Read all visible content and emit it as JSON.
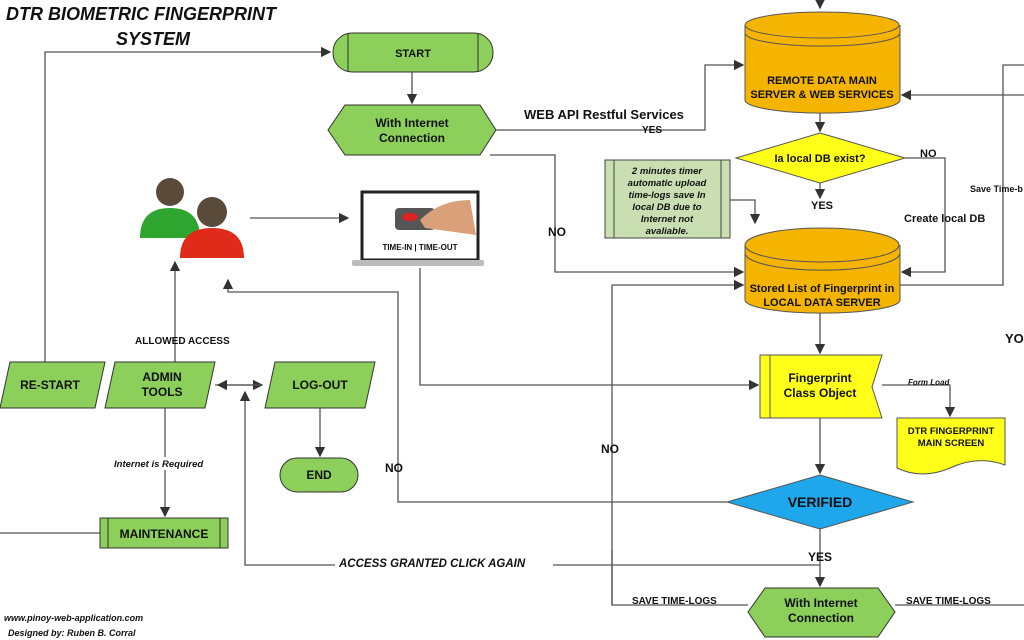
{
  "title": {
    "line1": "DTR BIOMETRIC FINGERPRINT",
    "line2": "SYSTEM"
  },
  "nodes": {
    "start": "START",
    "internet_top": {
      "line1": "With Internet",
      "line2": "Connection"
    },
    "remote_db": {
      "line1": "REMOTE DATA MAIN",
      "line2": "SERVER & WEB SERVICES"
    },
    "local_db_check": "Ia local DB exist?",
    "note": [
      "2 minutes timer",
      "automatic upload",
      "time-logs save In",
      "local DB due to",
      "Internet not",
      "avaliable."
    ],
    "local_db": {
      "line1": "Stored List of Fingerprint in",
      "line2": "LOCAL DATA SERVER"
    },
    "laptop_label": "TIME-IN | TIME-OUT",
    "fingerprint_class": {
      "line1": "Fingerprint",
      "line2": "Class Object"
    },
    "main_screen": {
      "line1": "DTR FINGERPRINT",
      "line2": "MAIN SCREEN"
    },
    "verified": "VERIFIED",
    "internet_bottom": {
      "line1": "With Internet",
      "line2": "Connection"
    },
    "restart": "RE-START",
    "admin_tools": {
      "line1": "ADMIN",
      "line2": "TOOLS"
    },
    "logout": "LOG-OUT",
    "end": "END",
    "maintenance": "MAINTENANCE"
  },
  "labels": {
    "web_api": "WEB API Restful Services",
    "yes_top": "YES",
    "no_db": "NO",
    "yes_db": "YES",
    "create_local_db": "Create local DB",
    "save_time_b": "Save Time-b",
    "no_internet": "NO",
    "form_load": "Form Load",
    "allowed_access": "ALLOWED ACCESS",
    "internet_required": "Internet is Required",
    "no_verify_left": "NO",
    "no_verify_mid": "NO",
    "yes_verified": "YES",
    "access_granted": "ACCESS GRANTED CLICK AGAIN",
    "save_logs_left": "SAVE TIME-LOGS",
    "save_logs_right": "SAVE TIME-LOGS",
    "yo": "YO"
  },
  "footer": {
    "website": "www.pinoy-web-application.com",
    "designer": "Designed by: Ruben B. Corral"
  },
  "colors": {
    "green": "#8ccf5a",
    "orange": "#f5b400",
    "yellow": "#ffff1a",
    "blue": "#1ea7ea",
    "note": "#c9dfb2"
  }
}
